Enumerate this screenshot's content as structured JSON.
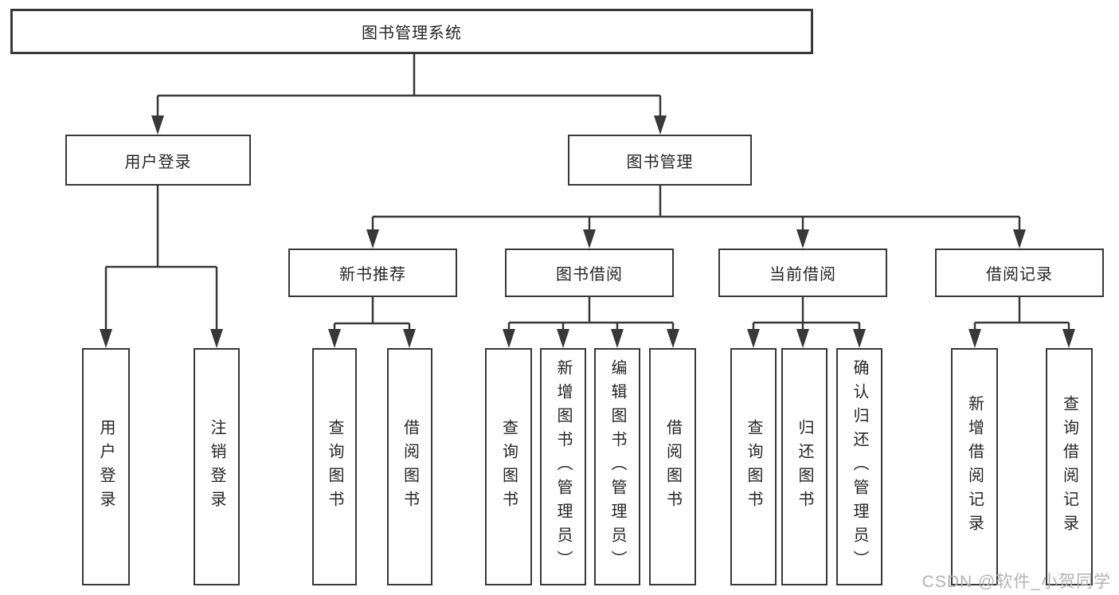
{
  "diagram": {
    "root": {
      "label": "图书管理系统"
    },
    "branches": {
      "user_login": {
        "label": "用户登录",
        "children": {
          "login": "用户登录",
          "logout": "注销登录"
        }
      },
      "book_manage": {
        "label": "图书管理",
        "sections": {
          "new_book": {
            "label": "新书推荐",
            "children": {
              "query": "查询图书",
              "borrow": "借阅图书"
            }
          },
          "book_borrow": {
            "label": "图书借阅",
            "children": {
              "query": "查询图书",
              "add": "新增图书（管理员）",
              "edit": "编辑图书（管理员）",
              "borrow": "借阅图书"
            }
          },
          "current_borrow": {
            "label": "当前借阅",
            "children": {
              "query": "查询图书",
              "return": "归还图书",
              "confirm": "确认归还（管理员）"
            }
          },
          "borrow_records": {
            "label": "借阅记录",
            "children": {
              "add": "新增借阅记录",
              "query": "查询借阅记录"
            }
          }
        }
      }
    },
    "watermark": "CSDN @软件_小贺同学",
    "colors": {
      "line": "#383838",
      "text": "#262626",
      "box_background": "#ffffff",
      "watermark": "#b3b3b3"
    }
  }
}
